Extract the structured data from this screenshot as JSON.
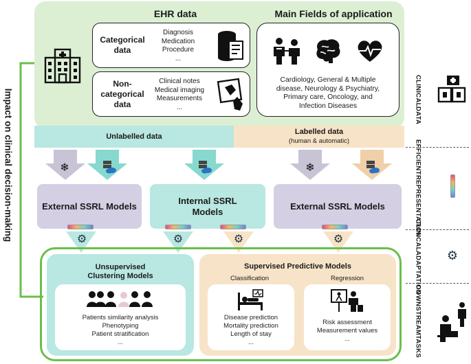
{
  "left_label": "Impact on clinical decision-making",
  "ehr": {
    "title": "EHR data",
    "categorical": {
      "label_line1": "Categorical",
      "label_line2": "data",
      "items": [
        "Diagnosis",
        "Medication",
        "Procedure",
        "..."
      ]
    },
    "noncategorical": {
      "label_line1": "Non-",
      "label_line2": "categorical",
      "label_line3": "data",
      "items": [
        "Clinical notes",
        "Medical imaging",
        "Measurements",
        "..."
      ]
    }
  },
  "fields": {
    "title": "Main Fields of application",
    "text": [
      "Cardiology, General & Multiple",
      "disease, Neurology & Psychiatry,",
      "Primary care, Oncology, and",
      "Infection Diseases"
    ]
  },
  "bands": {
    "unlabelled": "Unlabelled data",
    "labelled_line1": "Labelled data",
    "labelled_line2": "(human & automatic)"
  },
  "models": {
    "external_left": "External SSRL Models",
    "internal_line1": "Internal SSRL",
    "internal_line2": "Models",
    "external_right": "External SSRL Models"
  },
  "downstream": {
    "unsupervised_line1": "Unsupervised",
    "unsupervised_line2": "Clustering Models",
    "unsupervised_items": [
      "Patients similarity analysis",
      "Phenotyping",
      "Patient stratification",
      "..."
    ],
    "supervised_title": "Supervised Predictive Models",
    "classification": "Classification",
    "regression": "Regression",
    "classification_items": [
      "Disease prediction",
      "Mortality prediction",
      "Length of stay",
      "..."
    ],
    "regression_items": [
      "Risk assessment",
      "Measurement values",
      "..."
    ]
  },
  "side": {
    "clinical_data": [
      "CLINICAL",
      "DATA"
    ],
    "efficient": [
      "EFFICIENT",
      "REPRESENTATION"
    ],
    "clinical_adaptation": [
      "CLINICAL",
      "ADAPTATION"
    ],
    "downstream": [
      "DOWNSTREAM",
      "TASKS"
    ]
  },
  "colors": {
    "green_bg": "#dcefd3",
    "green_line": "#6abf4b",
    "cyan": "#b9e7e1",
    "cyan_dark": "#87d8ce",
    "peach": "#f7e3c7",
    "lavender": "#d4cfe3",
    "gray_arrow": "#c8c4d6"
  }
}
